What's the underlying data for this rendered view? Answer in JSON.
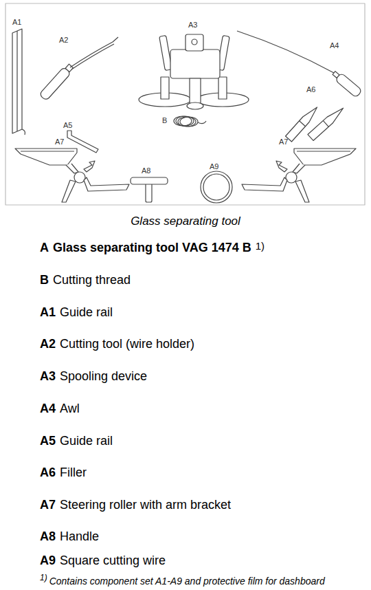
{
  "diagram": {
    "caption": "Glass separating tool",
    "labels": [
      "A1",
      "A2",
      "A3",
      "A4",
      "A5",
      "B",
      "A6",
      "A7",
      "A8",
      "A9",
      "A7",
      "A",
      "Glass separating tool VAG 1474 B",
      "1)",
      "B",
      "Cutting thread",
      "A1",
      "Guide rail",
      "A2",
      "Cutting tool (wire holder)",
      "A3",
      "Spooling device",
      "A4",
      "Awl",
      "A5",
      "Guide rail",
      "A6",
      "Filler",
      "A7",
      "Steering roller with arm bracket",
      "A8",
      "Handle",
      "A9",
      "Square cutting wire",
      "1)",
      "Contains component set A1-A9 and protective film for dashboard"
    ]
  }
}
